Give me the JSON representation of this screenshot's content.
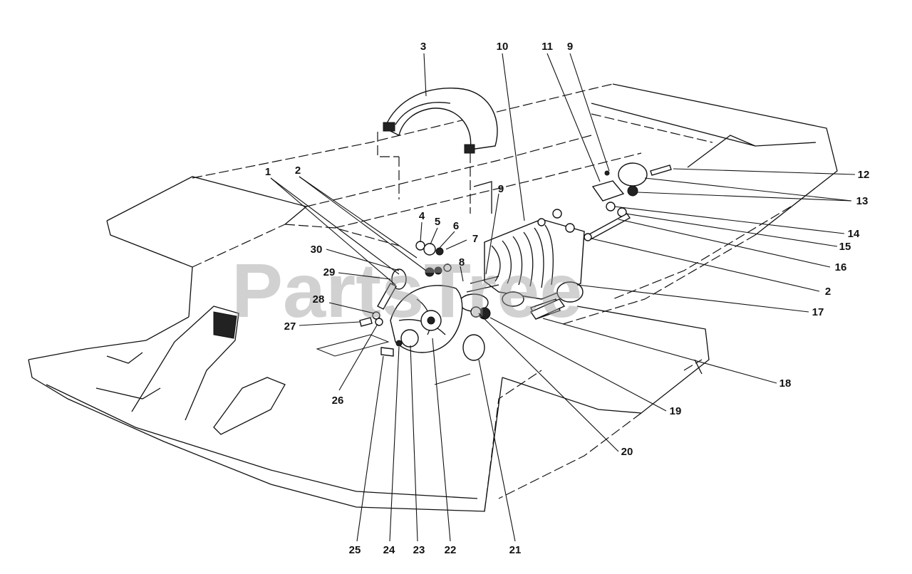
{
  "watermark": "PartsTree",
  "callouts": {
    "c1": "1",
    "c2a": "2",
    "c2b": "2",
    "c3": "3",
    "c4": "4",
    "c5": "5",
    "c6": "6",
    "c7": "7",
    "c8": "8",
    "c9a": "9",
    "c9b": "9",
    "c10": "10",
    "c11": "11",
    "c12": "12",
    "c13": "13",
    "c14": "14",
    "c15": "15",
    "c16": "16",
    "c17": "17",
    "c18": "18",
    "c19": "19",
    "c20": "20",
    "c21": "21",
    "c22": "22",
    "c23": "23",
    "c24": "24",
    "c25": "25",
    "c26": "26",
    "c27": "27",
    "c28": "28",
    "c29": "29",
    "c30": "30"
  }
}
